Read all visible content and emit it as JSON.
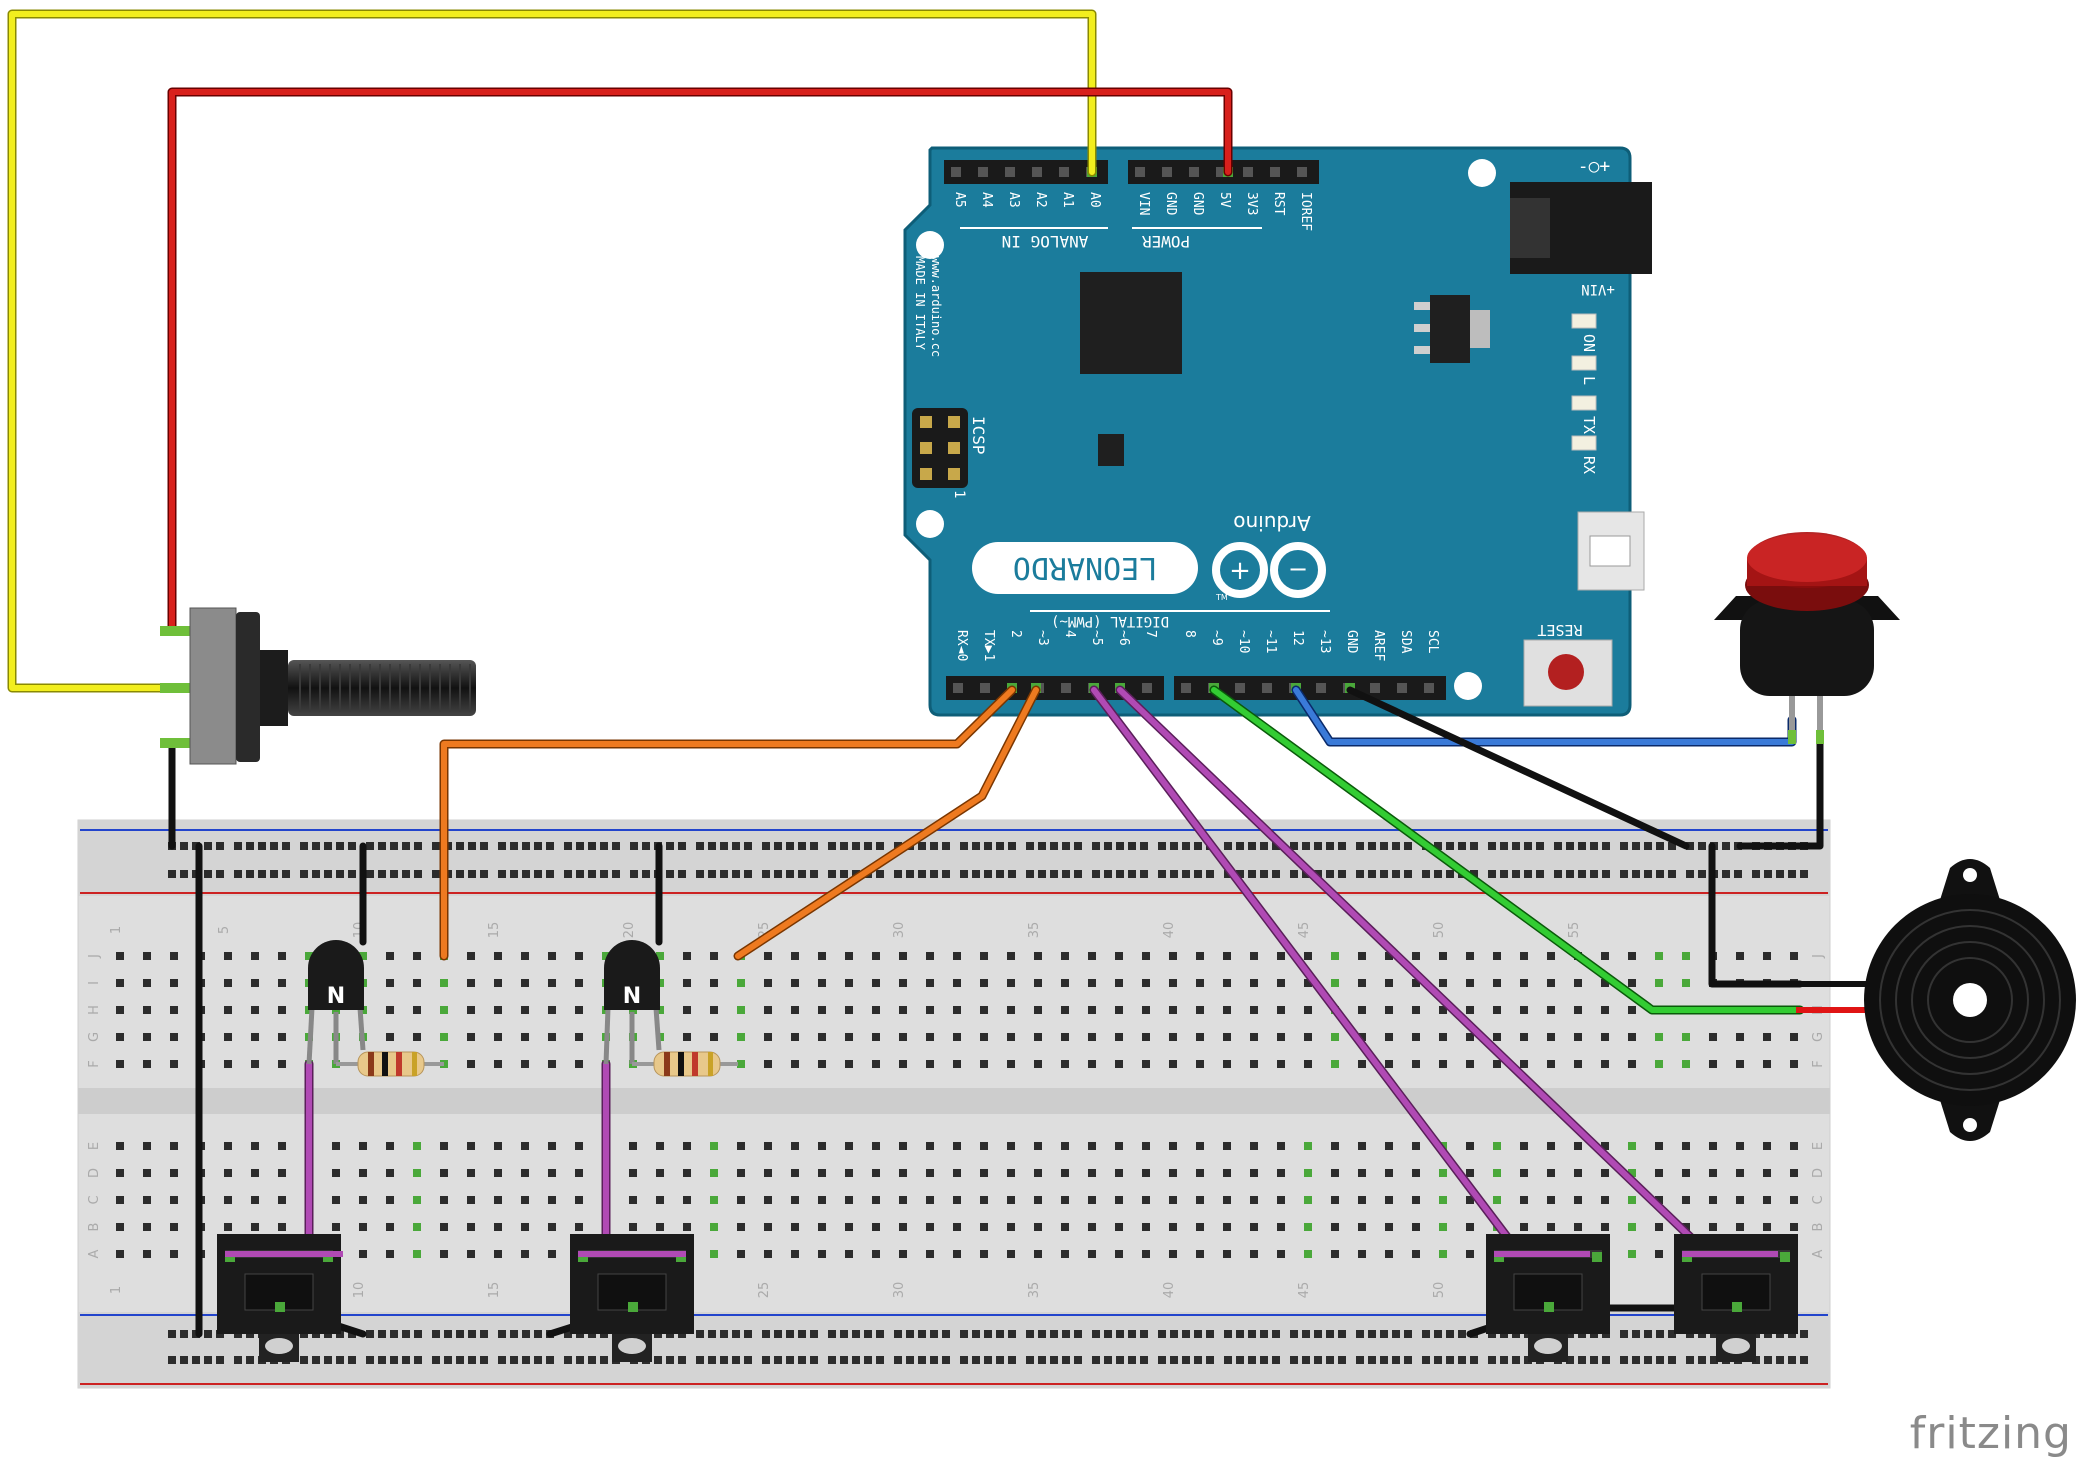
{
  "arduino": {
    "model": "LEONARDO",
    "brand": "Arduino",
    "tm": "TM",
    "website": "www.arduino.cc",
    "made_in": "MADE IN ITALY",
    "analog_header": "ANALOG IN",
    "power_header": "POWER",
    "digital_header": "DIGITAL (PWM~)",
    "icsp": "ICSP",
    "icsp_pin1": "1",
    "vin_label": "+VIN",
    "power_jack_symbol": "-○+",
    "reset": "RESET",
    "leds": [
      "ON",
      "L",
      "TX",
      "RX"
    ],
    "analog_pins": [
      "A5",
      "A4",
      "A3",
      "A2",
      "A1",
      "A0"
    ],
    "power_pins": [
      "VIN",
      "GND",
      "GND",
      "5V",
      "3V3",
      "RST",
      "IOREF"
    ],
    "digital_pins_low": [
      "RX◄0",
      "TX▶1",
      "2",
      "~3",
      "4",
      "~5",
      "~6",
      "7"
    ],
    "digital_pins_high": [
      "8",
      "~9",
      "~10",
      "~11",
      "12",
      "~13",
      "GND",
      "AREF",
      "SDA",
      "SCL"
    ]
  },
  "breadboard": {
    "column_numbers": [
      "1",
      "5",
      "10",
      "15",
      "20",
      "25",
      "30",
      "35",
      "40",
      "45",
      "50",
      "55"
    ],
    "top_rows": [
      "J",
      "I",
      "H",
      "G",
      "F"
    ],
    "bottom_rows": [
      "E",
      "D",
      "C",
      "B",
      "A"
    ]
  },
  "components": {
    "transistor_mark": "N"
  },
  "watermark": "fritzing"
}
